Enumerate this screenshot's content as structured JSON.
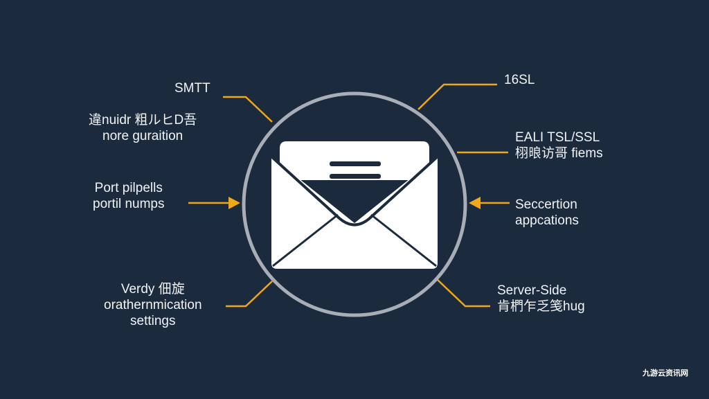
{
  "diagram": {
    "labels": {
      "smtp": "SMTT",
      "config_line1": "違nuidr 粗ルヒD吾",
      "config_line2": "nore guraition",
      "port_line1": "Port pilpells",
      "port_line2": "portil numps",
      "auth_line1": "Verdy 佃旋",
      "auth_line2": "orathernmication",
      "auth_line3": "settings",
      "ssl": "16SL",
      "tls_line1": "EALI TSL/SSL",
      "tls_line2": "栩㫰访哥 fiems",
      "security_line1": "Seccertion",
      "security_line2": "appcations",
      "server_line1": "Server-Side",
      "server_line2": "肯椚乍乏笺hug"
    },
    "watermark": "九游云资讯网",
    "colors": {
      "background": "#1b2a3d",
      "connector": "#f0a818",
      "ring": "#a9adb6",
      "envelope": "#ffffff",
      "text": "#f2f4f7"
    },
    "icons": {
      "center": "envelope-icon"
    }
  }
}
